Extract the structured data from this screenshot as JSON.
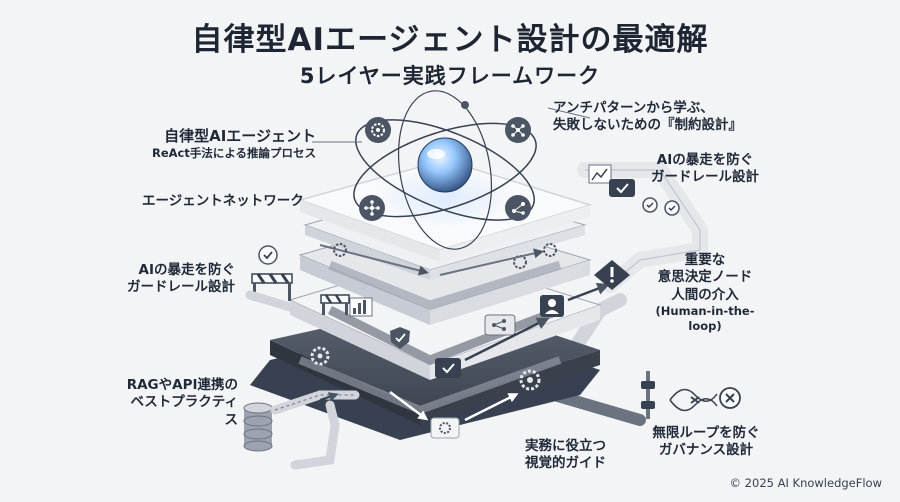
{
  "title": "自律型AIエージェント設計の最適解",
  "subtitle": "5レイヤー実践フレームワーク",
  "labels": {
    "agent_title": "自律型AIエージェント",
    "agent_sub": "ReAct手法による推論プロセス",
    "network": "エージェントネットワーク",
    "guardrail_left_1": "AIの暴走を防ぐ",
    "guardrail_left_2": "ガードレール設計",
    "rag_1": "RAGやAPI連携の",
    "rag_2": "ベストプラクティス",
    "antipattern_1": "アンチパターンから学ぶ、",
    "antipattern_2": "失敗しないための『制約設計』",
    "guardrail_right_1": "AIの暴走を防ぐ",
    "guardrail_right_2": "ガードレール設計",
    "hitl_1": "重要な",
    "hitl_2": "意思決定ノード",
    "hitl_3": "人間の介入",
    "hitl_4": "(Human-in-the-loop)",
    "loop_1": "無限ループを防ぐ",
    "loop_2": "ガバナンス設計",
    "guide_1": "実務に役立つ",
    "guide_2": "視覚的ガイド"
  },
  "copyright": "© 2025 AI KnowledgeFlow",
  "colors": {
    "dark_slate": "#4b5563",
    "mid_slate": "#6b7280",
    "layer_white": "#f9fafb",
    "layer_edge": "#d1d5db",
    "orb_blue": "#93c5fd",
    "text": "#1f2937"
  },
  "icons": [
    "gear-icon",
    "network-icon",
    "check-icon",
    "warning-icon",
    "user-icon",
    "chart-icon",
    "shield-icon",
    "database-icon",
    "barrier-icon",
    "slider-icon",
    "shuffle-icon",
    "close-icon"
  ]
}
